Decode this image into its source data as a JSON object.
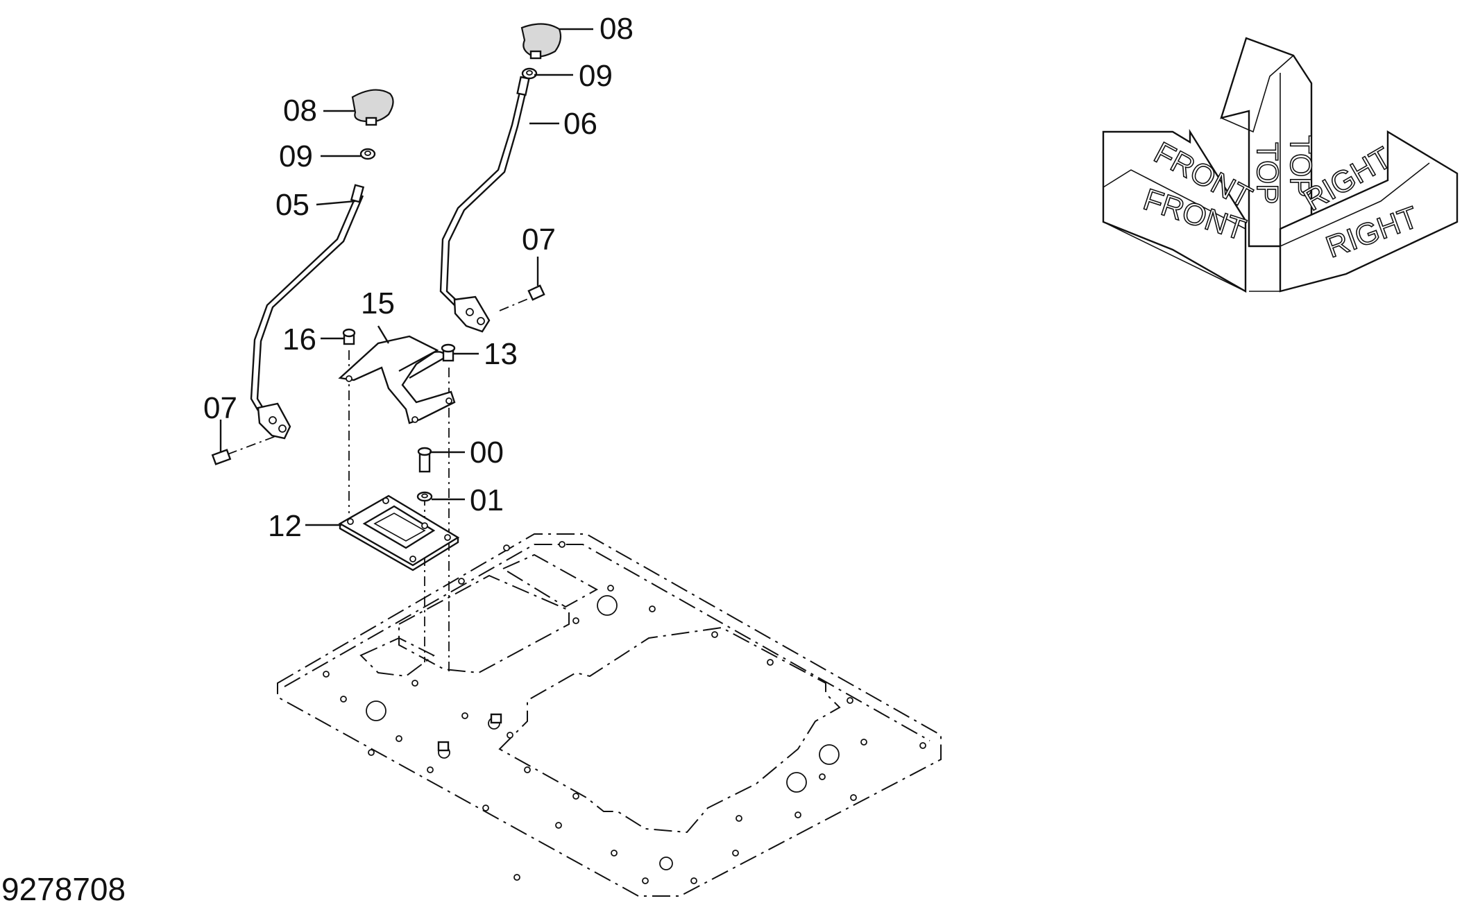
{
  "drawing": {
    "number": "9278708"
  },
  "callouts": {
    "c08_left": "08",
    "c09_left": "09",
    "c05": "05",
    "c07_left": "07",
    "c08_right": "08",
    "c09_right": "09",
    "c06": "06",
    "c07_right": "07",
    "c15": "15",
    "c16": "16",
    "c13": "13",
    "c00": "00",
    "c01": "01",
    "c12": "12"
  },
  "orientation": {
    "top": "TOP",
    "front": "FRONT",
    "right": "RIGHT"
  }
}
